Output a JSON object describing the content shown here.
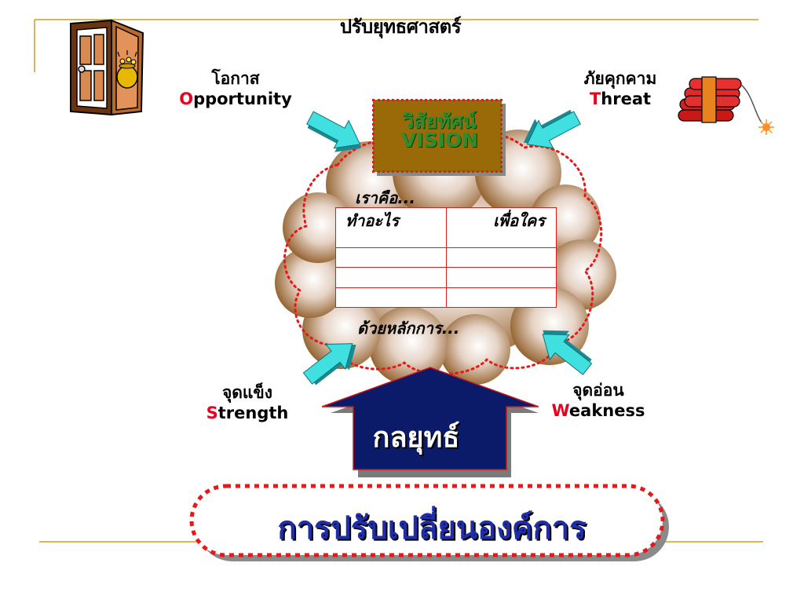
{
  "title": "ปรับยุทธศาสตร์",
  "opportunity": {
    "thai": "โอกาส",
    "en_first": "O",
    "en_rest": "pportunity"
  },
  "threat": {
    "thai": "ภัยคุกคาม",
    "en_first": "T",
    "en_rest": "hreat"
  },
  "strength": {
    "thai": "จุดแข็ง",
    "en_first": "S",
    "en_rest": "trength"
  },
  "weakness": {
    "thai": "จุดอ่อน",
    "en_first": "W",
    "en_rest": "eakness"
  },
  "vision": {
    "thai": "วิสัยทัศน์",
    "en": "VISION"
  },
  "cloud": {
    "we_are": "เราคือ...",
    "col_what": "ทำอะไร",
    "col_whom": "เพื่อใคร",
    "by_principle": "ด้วยหลักการ..."
  },
  "strategy": "กลยุทธ์",
  "org_change": "การปรับเปลี่ยนองค์การ",
  "icons": [
    "door-with-treasure-icon",
    "dynamite-icon"
  ],
  "colors": {
    "accent_line": "#c8a020",
    "highlight_red": "#e8001c",
    "vision_box": "#9a6a08",
    "vision_text": "#2e8b2e",
    "arrow_cyan": "#40e0e0",
    "strategy_navy": "#0c1a6a",
    "change_text": "#1f2ea6"
  }
}
